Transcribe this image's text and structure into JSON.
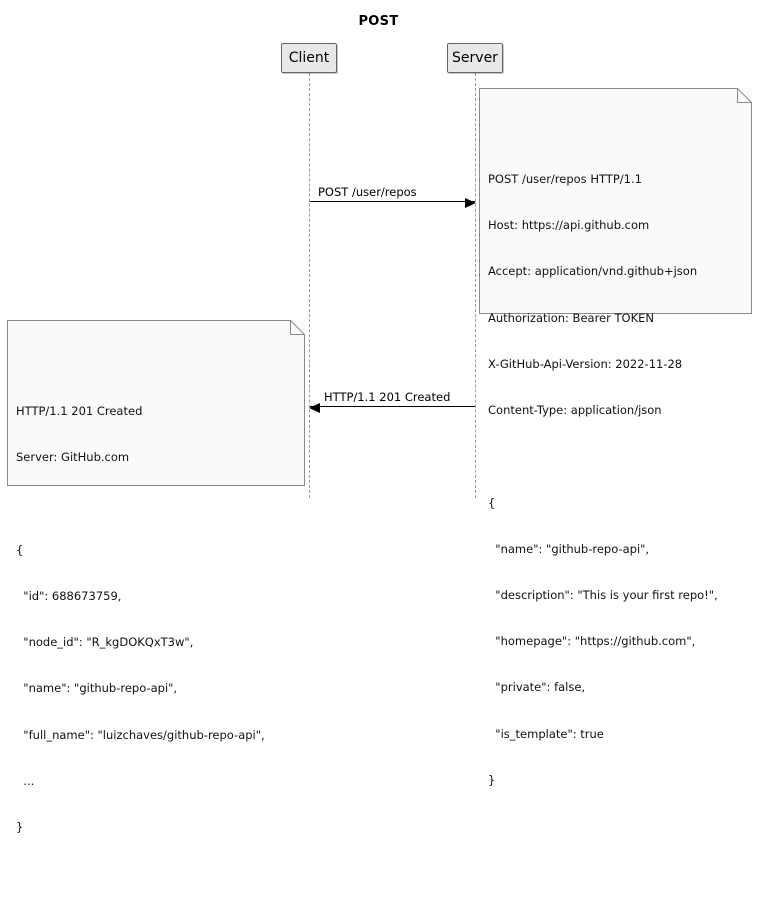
{
  "diagram": {
    "type": "sequence-diagram",
    "title": "POST",
    "participants": [
      {
        "id": "client",
        "label": "Client"
      },
      {
        "id": "server",
        "label": "Server"
      }
    ],
    "messages": [
      {
        "id": "request",
        "label": "POST /user/repos",
        "direction": "right",
        "from": "client",
        "to": "server"
      },
      {
        "id": "response",
        "label": "HTTP/1.1 201 Created",
        "direction": "left",
        "from": "server",
        "to": "client"
      }
    ],
    "notes": [
      {
        "id": "request-note",
        "attached_to": "server",
        "lines": [
          "POST /user/repos HTTP/1.1",
          "Host: https://api.github.com",
          "Accept: application/vnd.github+json",
          "Authorization: Bearer TOKEN",
          "X-GitHub-Api-Version: 2022-11-28",
          "Content-Type: application/json",
          "",
          "{",
          "  \"name\": \"github-repo-api\",",
          "  \"description\": \"This is your first repo!\",",
          "  \"homepage\": \"https://github.com\",",
          "  \"private\": false,",
          "  \"is_template\": true",
          "}"
        ]
      },
      {
        "id": "response-note",
        "attached_to": "client",
        "lines": [
          "HTTP/1.1 201 Created",
          "Server: GitHub.com",
          "",
          "{",
          "  \"id\": 688673759,",
          "  \"node_id\": \"R_kgDOKQxT3w\",",
          "  \"name\": \"github-repo-api\",",
          "  \"full_name\": \"luizchaves/github-repo-api\",",
          "  ...",
          "}"
        ]
      }
    ]
  },
  "colors": {
    "background": "#ffffff",
    "participant_fill": "#e8e8e8",
    "participant_border": "#666666",
    "note_fill": "#fafafa",
    "note_border": "#8a8a8a",
    "lifeline": "#9a9a9a",
    "arrow": "#000000",
    "text": "#000000"
  }
}
